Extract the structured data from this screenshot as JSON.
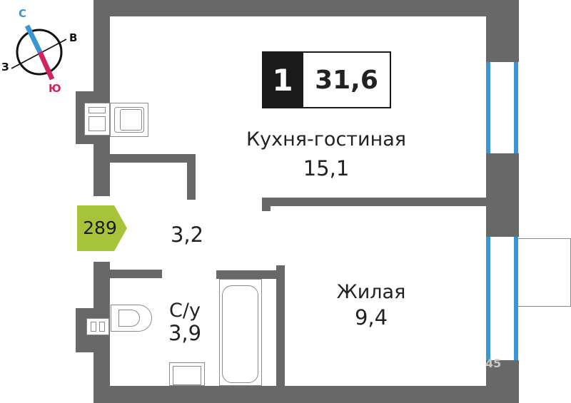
{
  "plan": {
    "type": "apartment-floor-plan",
    "rooms_count": "1",
    "total_area": "31,6",
    "apartment_number": "289",
    "rooms": [
      {
        "name": "Кухня-гостиная",
        "area": "15,1"
      },
      {
        "name": "",
        "area": "3,2"
      },
      {
        "name": "С/у",
        "area": "3,9"
      },
      {
        "name": "Жилая",
        "area": "9,4"
      }
    ],
    "watermark": "45"
  },
  "compass": {
    "north": "С",
    "south": "Ю",
    "east": "В",
    "west": "З",
    "north_color": "#3a95d3",
    "south_color": "#d0245e"
  },
  "colors": {
    "wall": "#686868",
    "window": "#3a95d3",
    "apartment_tag": "#a6c33a",
    "badge_dark": "#1a1a1a"
  }
}
